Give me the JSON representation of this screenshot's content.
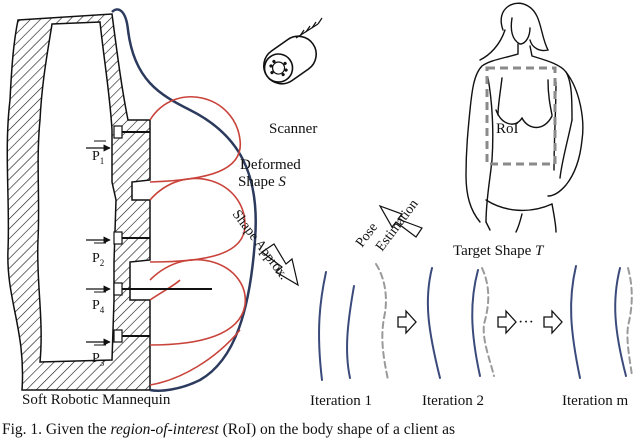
{
  "labels": {
    "scanner": "Scanner",
    "deformed_line1": "Deformed",
    "deformed_line2": "Shape",
    "deformed_symbol": "S",
    "shape_approx": "Shape Approx.",
    "pose_line1": "Pose",
    "pose_line2": "Estimation",
    "target": "Target Shape",
    "target_symbol": "T",
    "roi": "RoI",
    "mannequin": "Soft Robotic Mannequin",
    "dots": "···",
    "pistons": [
      {
        "base": "P",
        "sub": "1"
      },
      {
        "base": "P",
        "sub": "2"
      },
      {
        "base": "P",
        "sub": "4"
      },
      {
        "base": "P",
        "sub": "3"
      }
    ],
    "iterations": [
      "Iteration 1",
      "Iteration 2",
      "Iteration m"
    ]
  },
  "caption": {
    "prefix": "Fig. 1.   Given the ",
    "emph": "region-of-interest",
    "suffix": " (RoI) on the body shape of a client as"
  },
  "colors": {
    "ink": "#111111",
    "membrane": "#c9433b",
    "deformed_outline": "#2c3a5e",
    "iteration_curve": "#3a4a7a",
    "target_dash": "#9a9a9a",
    "roi_dash": "#8a8a8a"
  }
}
